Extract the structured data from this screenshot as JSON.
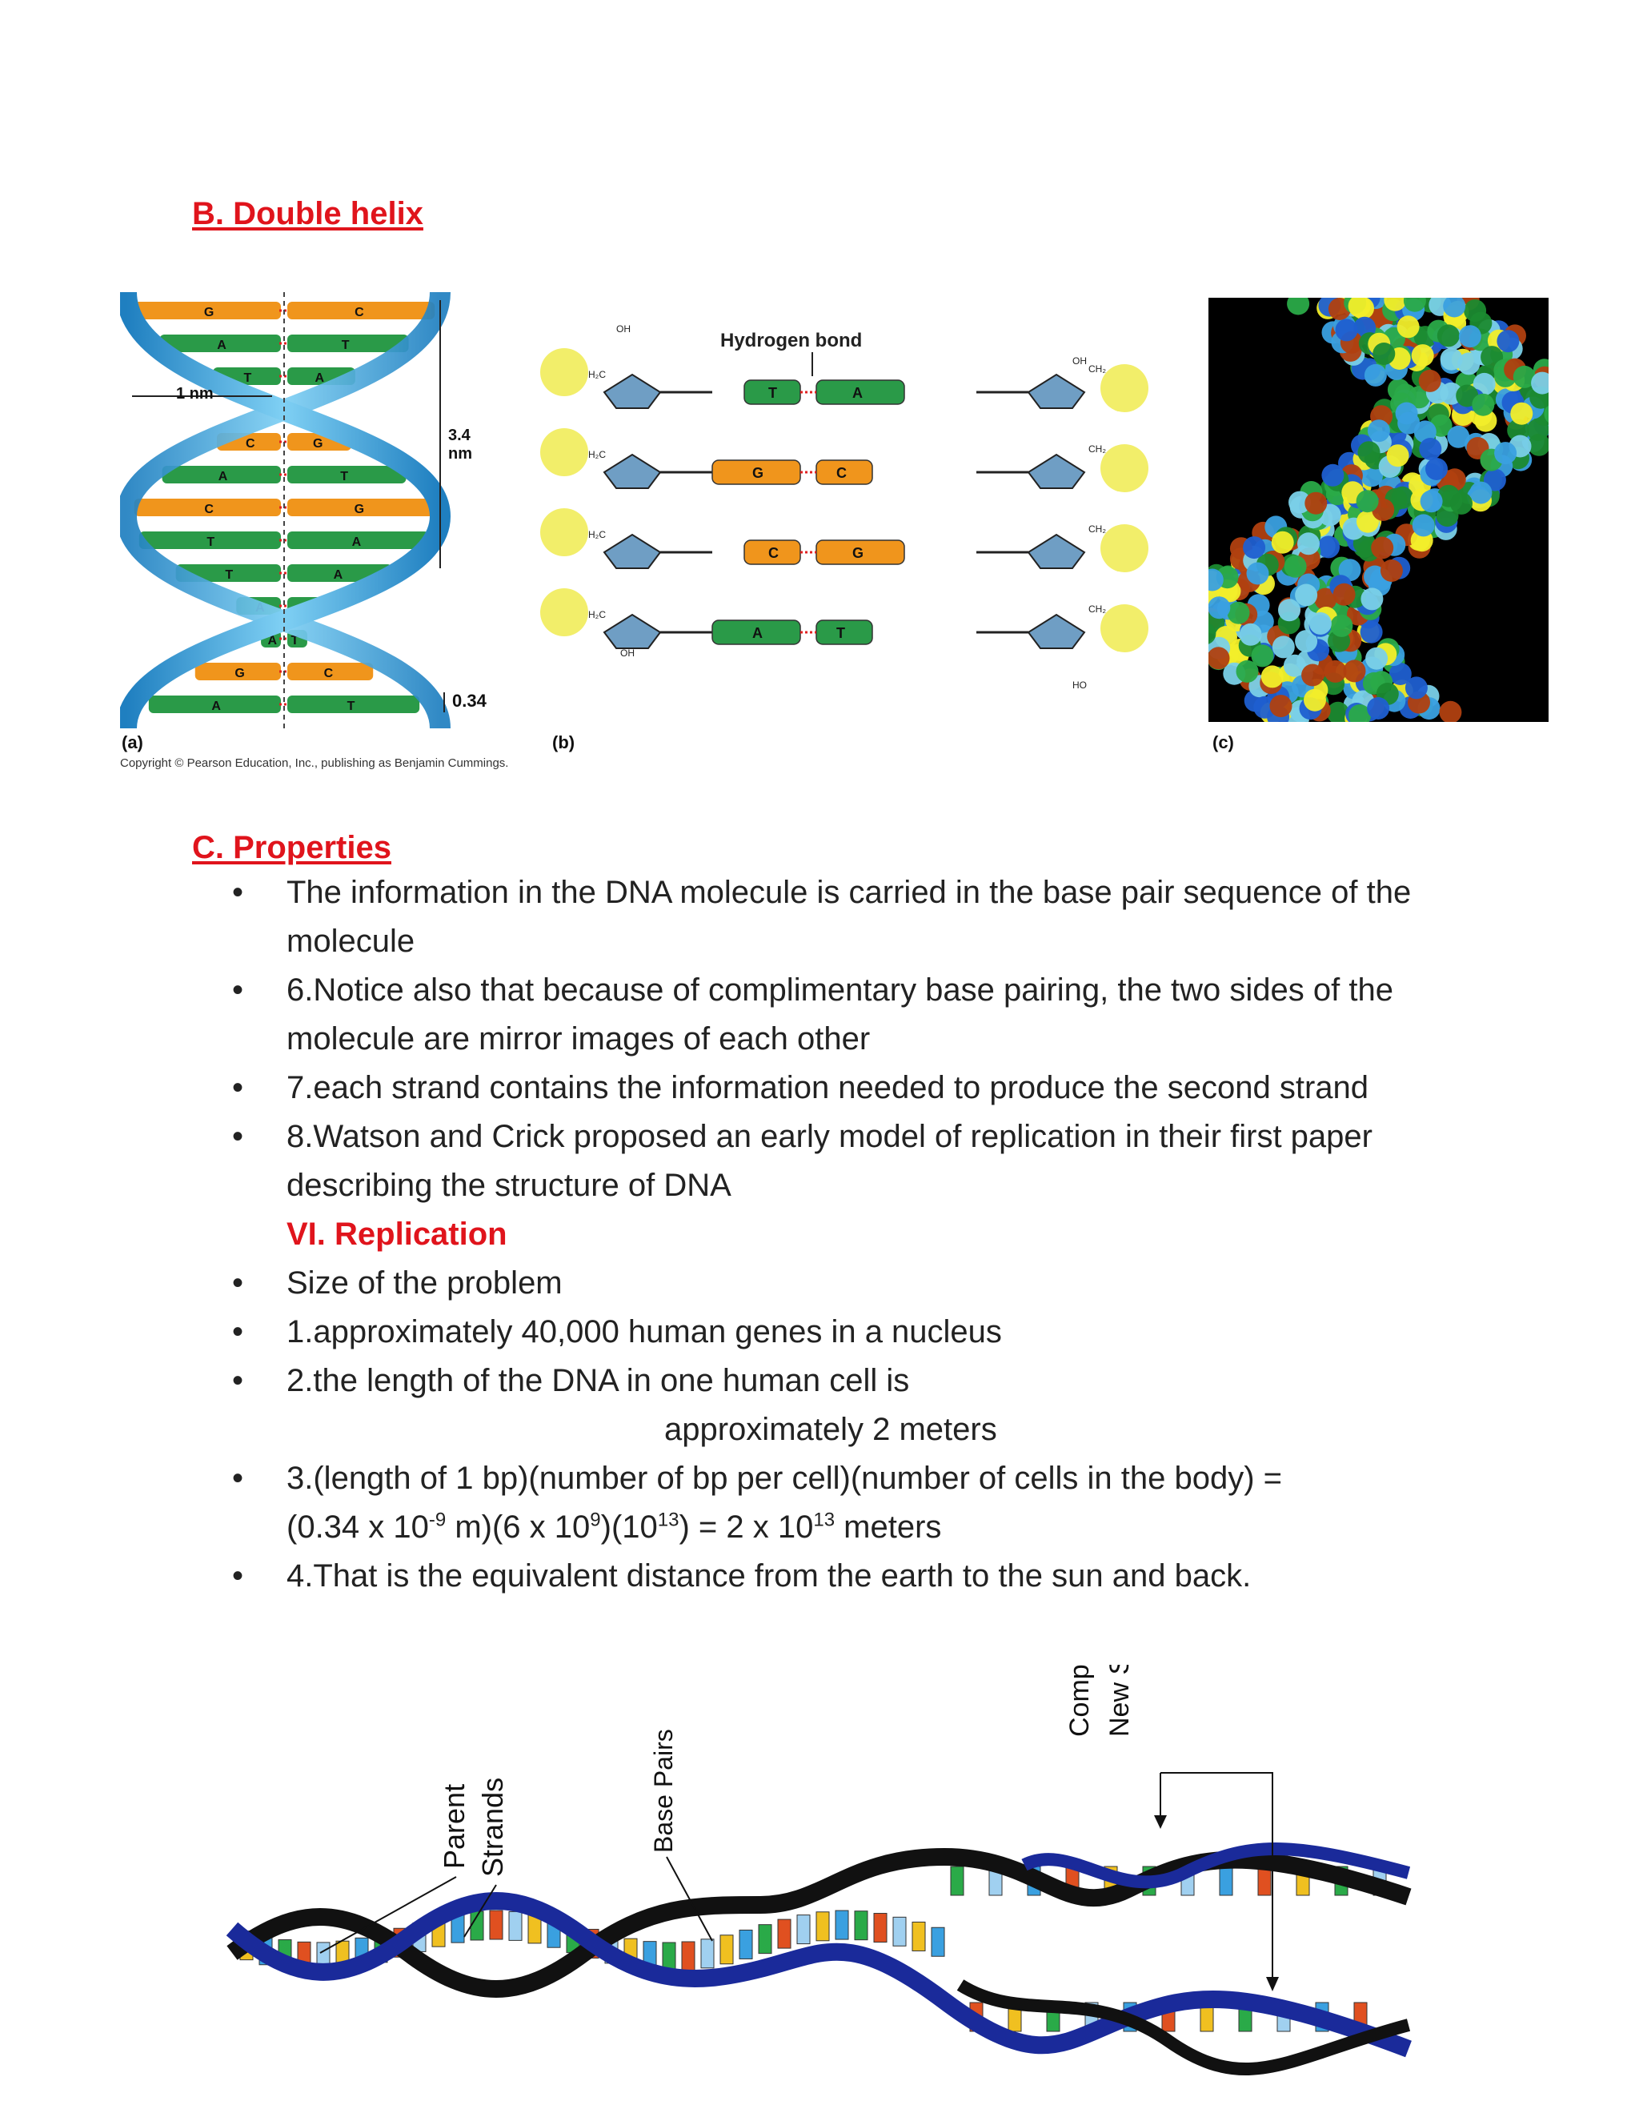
{
  "section_b": {
    "heading": "B.  Double helix"
  },
  "figure_helix": {
    "label_a": "(a)",
    "label_b": "(b)",
    "label_c": "(c)",
    "copyright": "Copyright © Pearson Education, Inc., publishing as Benjamin Cummings.",
    "dim_width": "1 nm",
    "dim_pitch_value": "3.4",
    "dim_pitch_unit": "nm",
    "dim_rise": "0.34 nm",
    "hydrogen_bond": "Hydrogen bond",
    "base_rows": [
      {
        "left": "G",
        "right": "C"
      },
      {
        "left": "A",
        "right": "T"
      },
      {
        "left": "T",
        "right": "A"
      },
      {
        "left": "G",
        "right": "C"
      },
      {
        "left": "C",
        "right": "G"
      },
      {
        "left": "A",
        "right": "T"
      },
      {
        "left": "C",
        "right": "G"
      },
      {
        "left": "T",
        "right": "A"
      },
      {
        "left": "T",
        "right": "A"
      },
      {
        "left": "A",
        "right": "T"
      },
      {
        "left": "A",
        "right": "T"
      },
      {
        "left": "G",
        "right": "C"
      },
      {
        "left": "A",
        "right": "T"
      }
    ],
    "pairs_b": [
      {
        "left": "T",
        "right": "A"
      },
      {
        "left": "G",
        "right": "C"
      },
      {
        "left": "C",
        "right": "G"
      },
      {
        "left": "A",
        "right": "T"
      }
    ],
    "chem": {
      "oh": "OH",
      "h2c": "H₂C",
      "ch2": "CH₂",
      "ho": "HO"
    }
  },
  "section_c": {
    "heading": "C.  Properties",
    "bullet_char": "•",
    "items": [
      "The information in the DNA molecule is carried in the base pair sequence of the molecule",
      "6.Notice also that because of complimentary base pairing, the two sides of the molecule are mirror images of each other",
      "7.each strand contains the information needed to produce the second strand",
      "8.Watson and Crick proposed an early model of replication in their first paper describing the structure of DNA"
    ],
    "subheading": "VI.  Replication",
    "items2": [
      "Size of the problem",
      "1.approximately 40,000 human genes in a nucleus",
      "2.the length of the DNA in one human cell is"
    ],
    "centered_line": "approximately 2 meters",
    "formula_line1": "3.(length of 1 bp)(number of bp per cell)(number of cells in the body) =",
    "formula": {
      "p1": "(0.34 x 10",
      "e1": "-9",
      "p2": " m)(6 x 10",
      "e2": "9",
      "p3": ")(10",
      "e3": "13",
      "p4": ") = 2 x 10",
      "e4": "13",
      "p5": " meters"
    },
    "last_item": "4.That is the equivalent distance from the earth to the sun and  back."
  },
  "figure_replication": {
    "label_parent": "Parent",
    "label_strands": "Strands",
    "label_base_pairs": "Base Pairs",
    "label_complementary": "Complementary",
    "label_new_strands": "New Strands"
  },
  "colors": {
    "heading_red": "#e0141c",
    "helix_blue": "#3aa7dd",
    "base_orange": "#f0951c",
    "base_green": "#2a9a48",
    "sugar_blue": "#6f9ec4",
    "phosphate_yellow": "#f2ee6a",
    "strand_navy": "#1a2a9a"
  }
}
